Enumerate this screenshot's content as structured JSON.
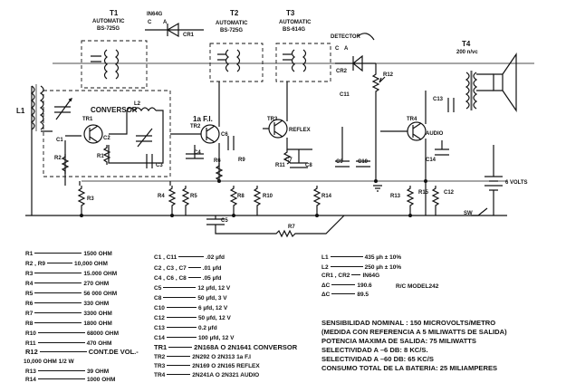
{
  "schematic": {
    "t1": {
      "name": "T1",
      "type": "AUTOMATIC",
      "part": "BS-725G"
    },
    "t2": {
      "name": "T2",
      "type": "AUTOMATIC",
      "part": "BS-725G"
    },
    "t3": {
      "name": "T3",
      "type": "AUTOMATIC",
      "part": "BS-614G"
    },
    "t4": {
      "name": "T4",
      "spec": "200 n/vc"
    },
    "labels": {
      "in64g": "IN64G",
      "c": "C",
      "a": "A",
      "cr1": "CR1",
      "detector": "DETECTOR",
      "cr2": "CR2",
      "l1": "L1",
      "l2": "L2",
      "tr1": "TR1",
      "tr2": "TR2",
      "tr3": "TR3",
      "tr4": "TR4",
      "conversor": "CONVERSOR",
      "fi": "1a F.I.",
      "reflex": "REFLEX",
      "audio": "AUDIO",
      "c1": "C1",
      "c2": "C2",
      "c3": "C3",
      "c4": "C4",
      "c5": "C5",
      "c6": "C6",
      "c7": "C7",
      "c8": "C8",
      "c9": "C9",
      "c10": "C10",
      "c11": "C11",
      "c12": "C12",
      "c13": "C13",
      "c14": "C14",
      "r1": "R1",
      "r2": "R2",
      "r3": "R3",
      "r4": "R4",
      "r5": "R5",
      "r6": "R6",
      "r7": "R7",
      "r8": "R8",
      "r9": "R9",
      "r10": "R10",
      "r11": "R11",
      "r12": "R12",
      "r13": "R13",
      "r14": "R14",
      "r15": "R15",
      "volts": "6 VOLTS",
      "sw": "SW"
    }
  },
  "parts_left": [
    {
      "ref": "R1",
      "value": "1500 OHM"
    },
    {
      "ref": "R2 , R9",
      "value": "10,000 OHM"
    },
    {
      "ref": "R3",
      "value": "15.000 OHM"
    },
    {
      "ref": "R4",
      "value": "270 OHM"
    },
    {
      "ref": "R5",
      "value": "56 000 OHM"
    },
    {
      "ref": "R6",
      "value": "330 OHM"
    },
    {
      "ref": "R7",
      "value": "3300 OHM"
    },
    {
      "ref": "R8",
      "value": "1800 OHM"
    },
    {
      "ref": "R10",
      "value": "68000 OHM"
    },
    {
      "ref": "R11",
      "value": "470 OHM"
    },
    {
      "ref": "R12",
      "value": "CONT.DE VOL.-"
    },
    {
      "ref": "10,000 OHM  1/2 W",
      "value": ""
    },
    {
      "ref": "R13",
      "value": "39 OHM"
    },
    {
      "ref": "R14",
      "value": "1000 OHM"
    }
  ],
  "parts_mid": [
    {
      "ref": "C1 , C11",
      "value": ".02 µfd"
    },
    {
      "ref": "C2 , C3 , C7",
      "value": ".01 µfd"
    },
    {
      "ref": "C4 , C6 , C8",
      "value": ".05 µfd"
    },
    {
      "ref": "C5",
      "value": "12 µfd, 12 V"
    },
    {
      "ref": "C8",
      "value": "50 µfd, 3 V"
    },
    {
      "ref": "C10",
      "value": "6 µfd, 12 V"
    },
    {
      "ref": "C12",
      "value": "50 µfd, 12 V"
    },
    {
      "ref": "C13",
      "value": "0.2 µfd"
    },
    {
      "ref": "C14",
      "value": "100 µfd, 12 V"
    },
    {
      "ref": "TR1",
      "value": "2N168A O  2N1641 CONVERSOR"
    },
    {
      "ref": "TR2",
      "value": "2N292 O  2N313 1a F.I"
    },
    {
      "ref": "TR3",
      "value": "2N169 O  2N165 REFLEX"
    },
    {
      "ref": "TR4",
      "value": "2N241A O  2N321 AUDIO"
    }
  ],
  "parts_right": [
    {
      "ref": "L1",
      "value": "435 µh ± 10%"
    },
    {
      "ref": "L2",
      "value": "250 µh ± 10%"
    },
    {
      "ref": "CR1 , CR2",
      "value": "IN64G"
    },
    {
      "ref": "ΔC",
      "value": "190.6"
    },
    {
      "ref": "ΔC",
      "value": "89.5"
    },
    {
      "ref": "",
      "value": "R/C MODEL242"
    }
  ],
  "specs": [
    "SENSIBILIDAD NOMINAL : 150 MICROVOLTS/METRO",
    "   (MEDIDA CON REFERENCIA A  5 MILIWATTS DE SALIDA)",
    "POTENCIA MAXIMA DE SALIDA: 75 MILIWATTS",
    "SELECTIVIDAD A  –6 DB: 8  KC/S.",
    "SELECTIVIDAD A  –60 DB: 65 KC/S",
    "CONSUMO TOTAL DE LA BATERIA: 25 MILIAMPERES"
  ]
}
